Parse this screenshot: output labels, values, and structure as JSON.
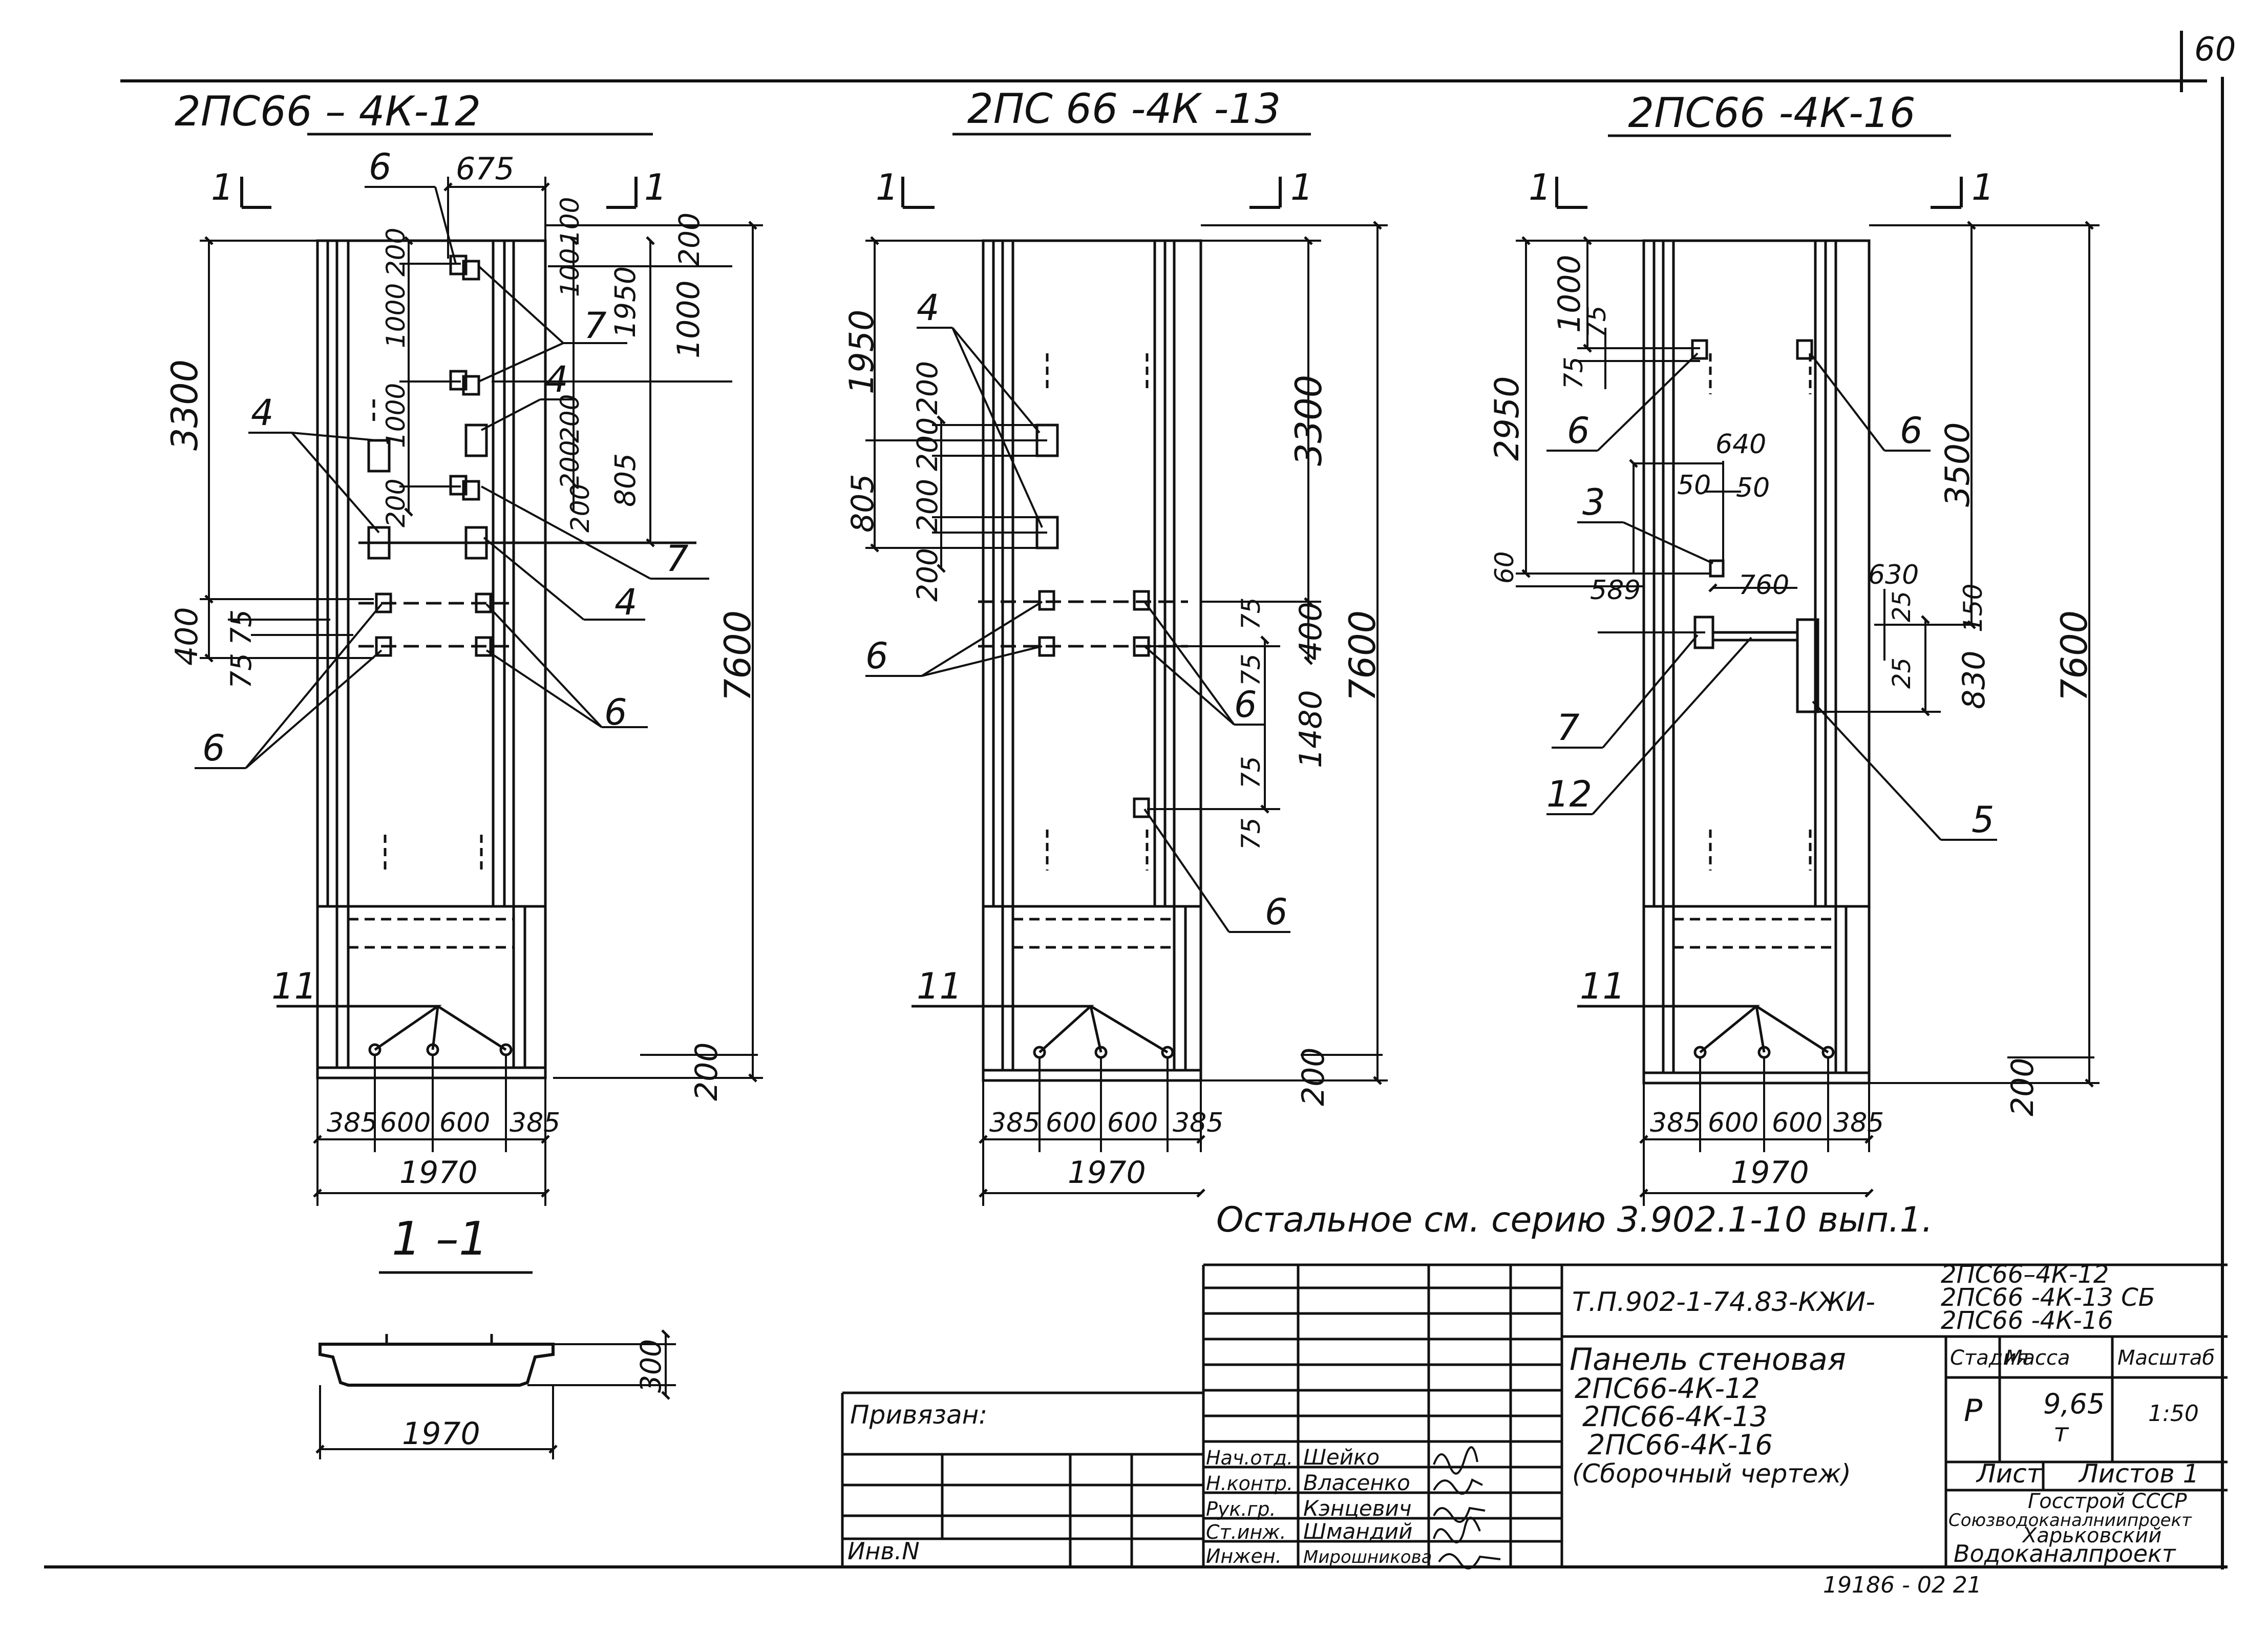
{
  "sheet_number": "60",
  "panels": [
    {
      "title": "2ПС66 – 4К-12",
      "section_mark": "1",
      "dims": {
        "top_675": "675",
        "d200a": "200",
        "d100a": "100",
        "d1000a": "1000",
        "d100b": "100",
        "d1950": "1950",
        "d1000b": "1000",
        "d200b": "200",
        "d3300": "3300",
        "d1000c": "1000",
        "d200c": "200",
        "d200d": "200",
        "d805": "805",
        "d200e": "200",
        "d200f": "200",
        "d400": "400",
        "d75a": "75",
        "d75b": "75",
        "d7600": "7600",
        "d200_bottom": "200",
        "bottom": [
          "385",
          "600",
          "600",
          "385"
        ],
        "total": "1970"
      },
      "callouts": {
        "c6a": "6",
        "c7a": "7",
        "c4a": "4",
        "c4b": "4",
        "c7b": "7",
        "c4c": "4",
        "c6b": "6",
        "c6c": "6",
        "c11": "11"
      }
    },
    {
      "title": "2ПС 66 -4К -13",
      "section_mark": "1",
      "dims": {
        "d1950": "1950",
        "d200a": "200",
        "d200b": "200",
        "d805": "805",
        "d200c": "200",
        "d200d": "200",
        "d3300": "3300",
        "d7600": "7600",
        "d400": "400",
        "d75a": "75",
        "d75b": "75",
        "d1480": "1480",
        "d75c": "75",
        "d75d": "75",
        "d200_bottom": "200",
        "bottom": [
          "385",
          "600",
          "600",
          "385"
        ],
        "total": "1970"
      },
      "callouts": {
        "c4": "4",
        "c6a": "6",
        "c6b": "6",
        "c6c": "6",
        "c11": "11"
      }
    },
    {
      "title": "2ПС66 -4К-16",
      "section_mark": "1",
      "dims": {
        "d2950": "2950",
        "d1000": "1000",
        "d75a": "75",
        "d75b": "75",
        "d640": "640",
        "d50a": "50",
        "d50b": "50",
        "d60": "60",
        "d589": "589",
        "d760": "760",
        "d630": "630",
        "d25a": "25",
        "d150": "150",
        "d25b": "25",
        "d830": "830",
        "d3500": "3500",
        "d7600": "7600",
        "d200_bottom": "200",
        "bottom": [
          "385",
          "600",
          "600",
          "385"
        ],
        "total": "1970"
      },
      "callouts": {
        "c6a": "6",
        "c6b": "6",
        "c3": "3",
        "c7": "7",
        "c12": "12",
        "c5": "5",
        "c11": "11"
      }
    }
  ],
  "section": {
    "title": "1 –1",
    "width": "1970",
    "height": "300"
  },
  "note": "Остальное см. серию 3.902.1-10 вып.1.",
  "title_block": {
    "code": "Т.П.902-1-74.83-КЖИ-",
    "marks": [
      "2ПС66–4К-12",
      "2ПС66 -4К-13 СБ",
      "2ПС66 -4К-16"
    ],
    "name": [
      "Панель стеновая",
      "2ПС66-4К-12",
      "2ПС66-4К-13",
      "2ПС66-4К-16",
      "(Сборочный чертеж)"
    ],
    "headers": [
      "Стадия",
      "Масса",
      "Масштаб"
    ],
    "stage": "Р",
    "mass": "9,65",
    "mass_unit": "т",
    "scale": "1:50",
    "sheet_label": "Лист",
    "sheets_label": "Листов 1",
    "org": [
      "Госстрой СССР",
      "Союзводоканалниипроект",
      "Харьковский",
      "Водоканалпроект"
    ],
    "tied": "Привязан:",
    "inv": "Инв.N",
    "staff": [
      {
        "role": "Нач.отд.",
        "name": "Шейко"
      },
      {
        "role": "Н.контр.",
        "name": "Власенко"
      },
      {
        "role": "Рук.гр.",
        "name": "Кэнцевич"
      },
      {
        "role": "Ст.инж.",
        "name": "Шмандий"
      },
      {
        "role": "Инжен.",
        "name": "Мирошникова"
      }
    ]
  },
  "footer_stamp": "19186 - 02     21"
}
